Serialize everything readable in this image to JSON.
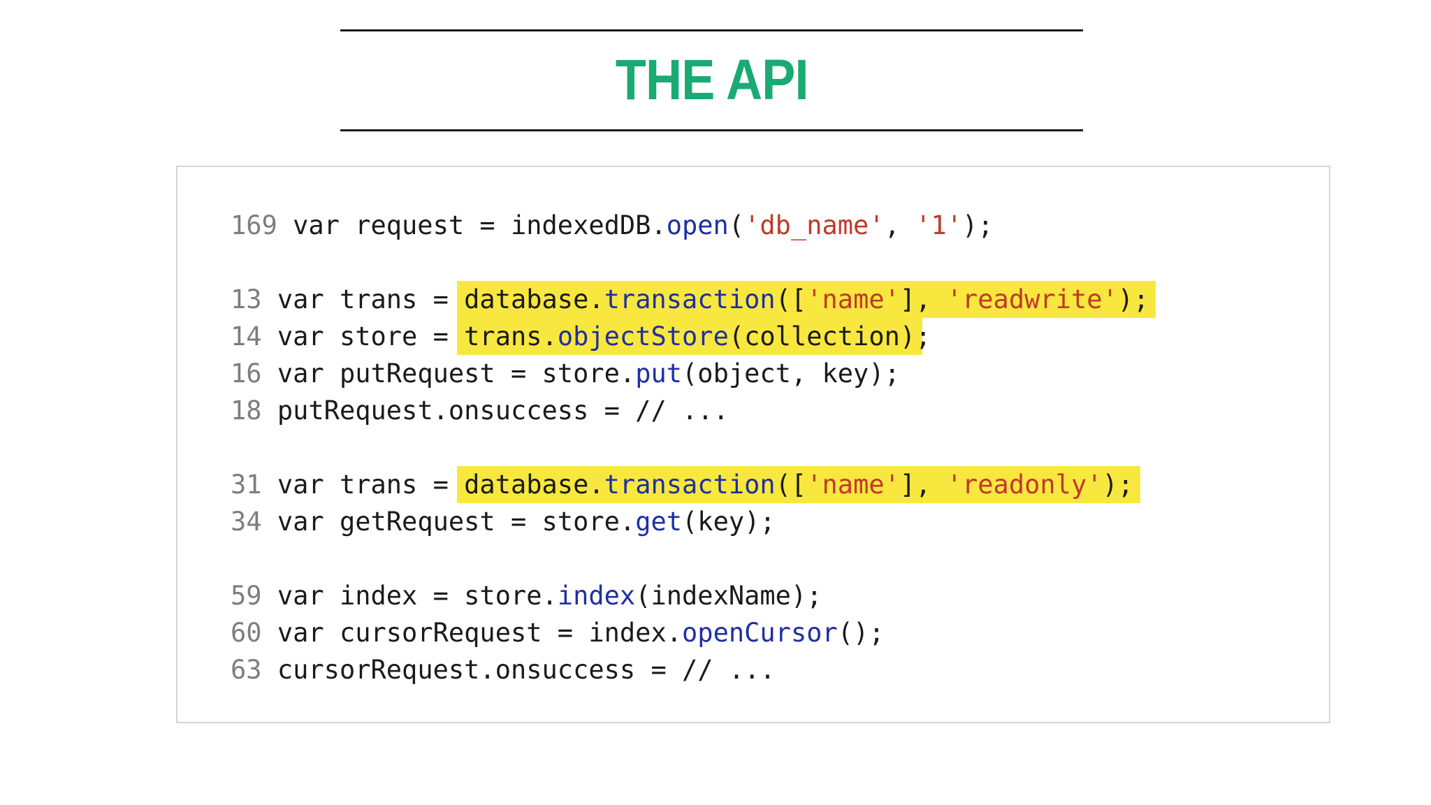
{
  "header": {
    "title": "THE API"
  },
  "colors": {
    "title_green": "#1aaa73",
    "rule_dark": "#1a1a1a",
    "panel_border": "#d5d5d5",
    "code_ink": "#1a1a1a",
    "line_number_gray": "#7d7d7d",
    "method_blue": "#1e2fa2",
    "string_red": "#c0392b",
    "highlight_yellow": "#f8e73e"
  },
  "code_panel": {
    "lines": [
      {
        "segments": [
          {
            "t": "169",
            "c": "num"
          },
          {
            "t": " var request = indexedDB.",
            "c": "plain"
          },
          {
            "t": "open",
            "c": "method"
          },
          {
            "t": "(",
            "c": "plain"
          },
          {
            "t": "'db_name'",
            "c": "string"
          },
          {
            "t": ", ",
            "c": "plain"
          },
          {
            "t": "'1'",
            "c": "string"
          },
          {
            "t": ");",
            "c": "plain"
          }
        ]
      },
      {
        "segments": []
      },
      {
        "segments": [
          {
            "t": "13",
            "c": "num"
          },
          {
            "t": " var trans = ",
            "c": "plain"
          },
          {
            "t": "database.",
            "c": "plain",
            "h": true
          },
          {
            "t": "transaction",
            "c": "method",
            "h": true
          },
          {
            "t": "([",
            "c": "plain",
            "h": true
          },
          {
            "t": "'name'",
            "c": "string",
            "h": true
          },
          {
            "t": "], ",
            "c": "plain",
            "h": true
          },
          {
            "t": "'readwrite'",
            "c": "string",
            "h": true
          },
          {
            "t": ");",
            "c": "plain",
            "h": true
          }
        ]
      },
      {
        "segments": [
          {
            "t": "14",
            "c": "num"
          },
          {
            "t": " var store = ",
            "c": "plain"
          },
          {
            "t": "trans.",
            "c": "plain",
            "h": true
          },
          {
            "t": "objectStore",
            "c": "method",
            "h": true
          },
          {
            "t": "(collection)",
            "c": "plain",
            "h": true
          },
          {
            "t": ";",
            "c": "plain"
          }
        ]
      },
      {
        "segments": [
          {
            "t": "16",
            "c": "num"
          },
          {
            "t": " var putRequest = store.",
            "c": "plain"
          },
          {
            "t": "put",
            "c": "method"
          },
          {
            "t": "(object, key);",
            "c": "plain"
          }
        ]
      },
      {
        "segments": [
          {
            "t": "18",
            "c": "num"
          },
          {
            "t": " putRequest.onsuccess = // ...",
            "c": "plain"
          }
        ]
      },
      {
        "segments": []
      },
      {
        "segments": [
          {
            "t": "31",
            "c": "num"
          },
          {
            "t": " var trans = ",
            "c": "plain"
          },
          {
            "t": "database.",
            "c": "plain",
            "h": true
          },
          {
            "t": "transaction",
            "c": "method",
            "h": true
          },
          {
            "t": "([",
            "c": "plain",
            "h": true
          },
          {
            "t": "'name'",
            "c": "string",
            "h": true
          },
          {
            "t": "], ",
            "c": "plain",
            "h": true
          },
          {
            "t": "'readonly'",
            "c": "string",
            "h": true
          },
          {
            "t": ");",
            "c": "plain",
            "h": true
          }
        ]
      },
      {
        "segments": [
          {
            "t": "34",
            "c": "num"
          },
          {
            "t": " var getRequest = store.",
            "c": "plain"
          },
          {
            "t": "get",
            "c": "method"
          },
          {
            "t": "(key);",
            "c": "plain"
          }
        ]
      },
      {
        "segments": []
      },
      {
        "segments": [
          {
            "t": "59",
            "c": "num"
          },
          {
            "t": " var index = store.",
            "c": "plain"
          },
          {
            "t": "index",
            "c": "method"
          },
          {
            "t": "(indexName);",
            "c": "plain"
          }
        ]
      },
      {
        "segments": [
          {
            "t": "60",
            "c": "num"
          },
          {
            "t": " var cursorRequest = index.",
            "c": "plain"
          },
          {
            "t": "openCursor",
            "c": "method"
          },
          {
            "t": "();",
            "c": "plain"
          }
        ]
      },
      {
        "segments": [
          {
            "t": "63",
            "c": "num"
          },
          {
            "t": " cursorRequest.onsuccess = // ...",
            "c": "plain"
          }
        ]
      }
    ]
  }
}
